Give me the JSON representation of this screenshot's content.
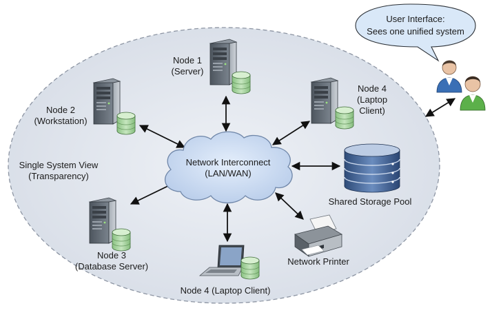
{
  "diagram": {
    "cloud": {
      "line1": "Network Interconnect",
      "line2": "(LAN/WAN)"
    },
    "left_note": {
      "line1": "Single System View",
      "line2": "(Transparency)"
    },
    "speech": {
      "line1": "User Interface:",
      "line2": "Sees one unified system"
    },
    "node1": {
      "line1": "Node 1",
      "line2": "(Server)"
    },
    "node2": {
      "line1": "Node 2",
      "line2": "(Workstation)"
    },
    "node3": {
      "line1": "Node 3",
      "line2": "(Database Server)"
    },
    "node4_server": {
      "line1": "Node 4",
      "line2": "(Laptop",
      "line3": "Client)"
    },
    "node4_laptop": {
      "label": "Node 4 (Laptop Client)"
    },
    "storage": {
      "label": "Shared Storage Pool"
    },
    "printer": {
      "label": "Network Printer"
    }
  },
  "colors": {
    "ellipse_fill": "#dde3ec",
    "ellipse_stroke": "#8d95a3",
    "cloud_fill": "#c9daf3",
    "speech_fill": "#d9e8f8",
    "user1_shirt": "#3a6fb5",
    "user2_shirt": "#5cb04a",
    "db_green": "#a9d3a0",
    "server_body": "#5f6770"
  }
}
